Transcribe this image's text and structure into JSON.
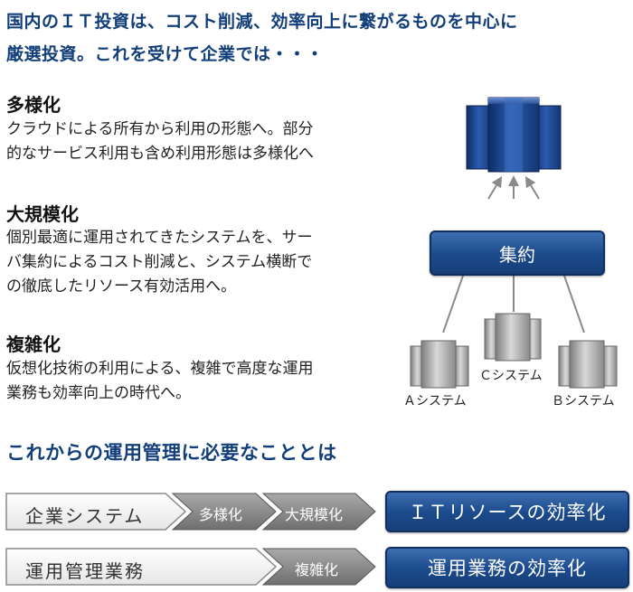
{
  "intro": {
    "line1": "国内のＩＴ投資は、コスト削減、効率向上に繋がるものを中心に",
    "line2": "厳選投資。これを受けて企業では・・・"
  },
  "sections": [
    {
      "title": "多様化",
      "lines": [
        "クラウドによる所有から利用の形態へ。部分",
        "的なサービス利用も含め利用形態は多様化へ"
      ]
    },
    {
      "title": "大規模化",
      "lines": [
        "個別最適に運用されてきたシステムを、サー",
        "バ集約によるコスト削減と、システム横断で",
        "の徹底したリソース有効活用へ。"
      ]
    },
    {
      "title": "複雑化",
      "lines": [
        "仮想化技術の利用による、複雑で高度な運用",
        "業務も効率向上の時代へ。"
      ]
    }
  ],
  "diagram": {
    "consolidation_label": "集約",
    "system_a": "Ａシステム",
    "system_b": "Ｂシステム",
    "system_c": "Ｃシステム"
  },
  "bottom_title": "これからの運用管理に必要なこととは",
  "rows": [
    {
      "start": "企業システム",
      "steps": [
        "多様化",
        "大規模化"
      ],
      "result": "ＩＴリソースの効率化"
    },
    {
      "start": "運用管理業務",
      "steps": [
        "複雑化"
      ],
      "result": "運用業務の効率化"
    }
  ],
  "colors": {
    "accent_blue": "#1b4a8c",
    "title_blue": "#123f7a"
  }
}
